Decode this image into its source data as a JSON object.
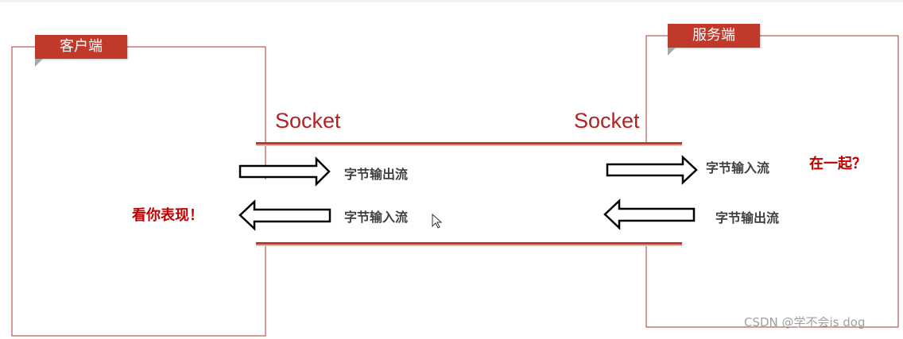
{
  "client_label": "客户端",
  "server_label": "服务端",
  "socket_left": "Socket",
  "socket_right": "Socket",
  "streams": {
    "client_output": "字节输出流",
    "client_input": "字节输入流",
    "server_input": "字节输入流",
    "server_output": "字节输出流"
  },
  "notes": {
    "left": "看你表现！",
    "right": "在一起？"
  },
  "watermark": "CSDN @学不会is dog",
  "colors": {
    "accent": "#c0392b",
    "socket_text": "#b22222",
    "note_text": "#c00000",
    "frame": "#a83a30"
  }
}
